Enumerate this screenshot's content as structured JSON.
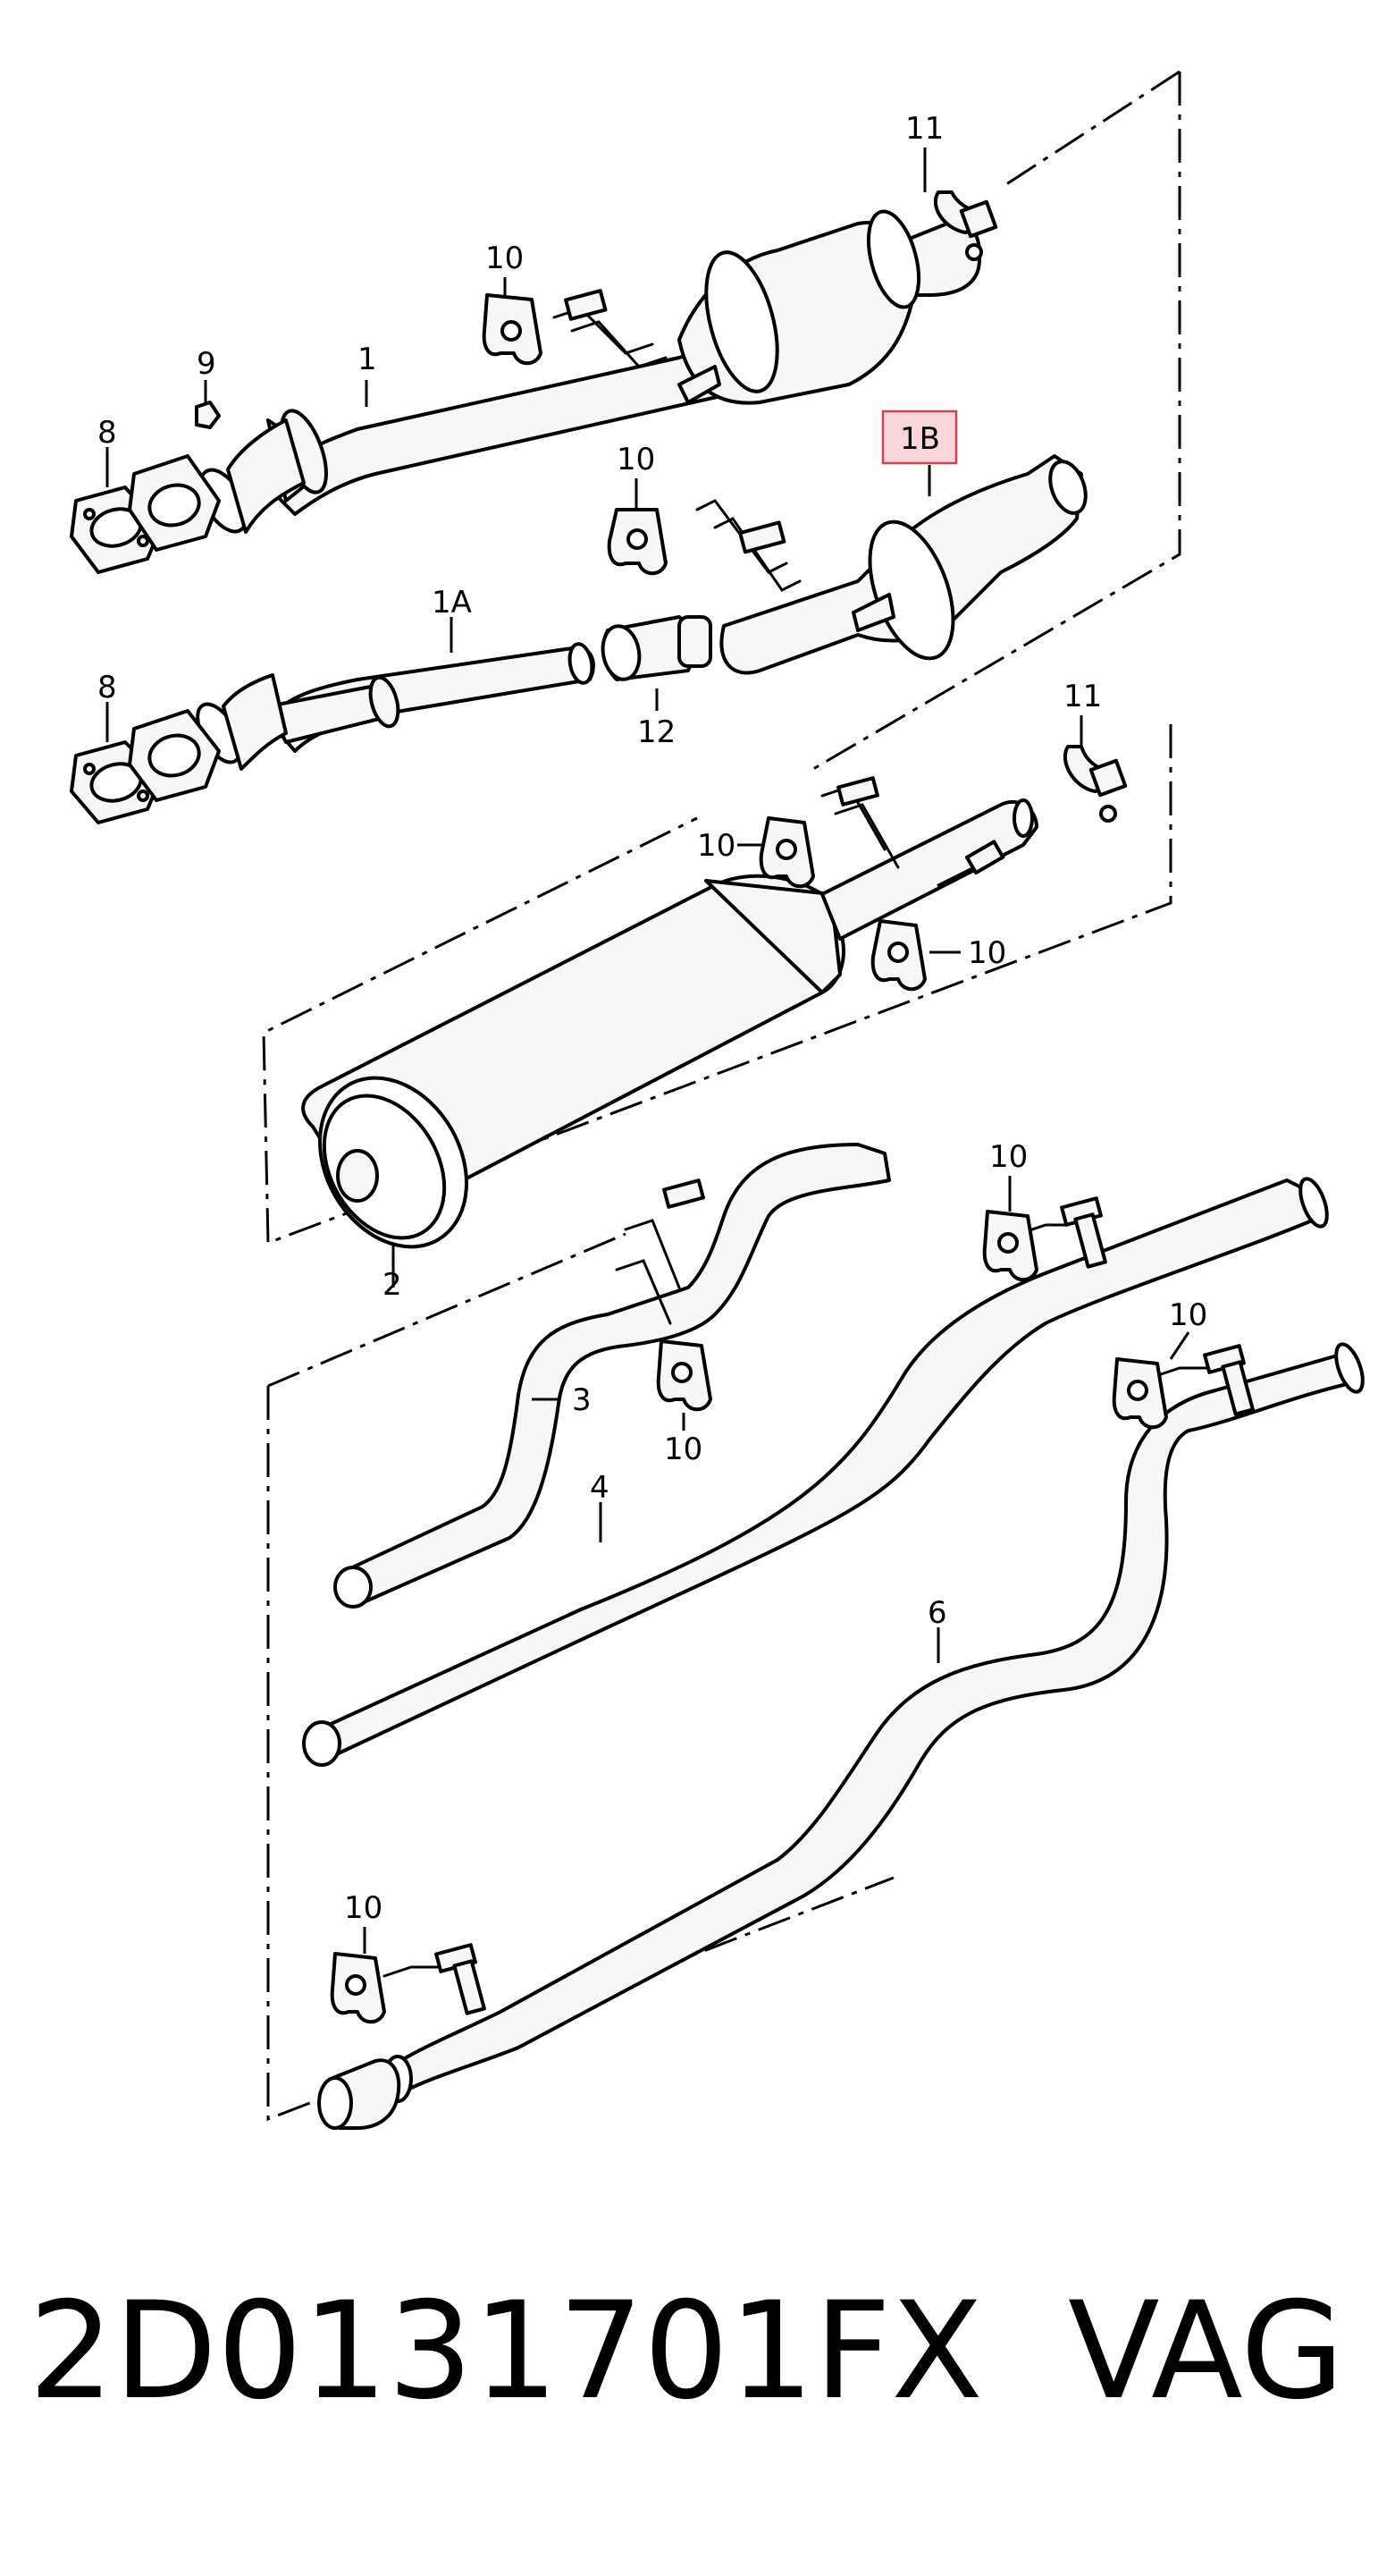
{
  "callouts": {
    "c1": "1",
    "c1A": "1A",
    "c1B": "1B",
    "c2": "2",
    "c3": "3",
    "c4": "4",
    "c6": "6",
    "c8a": "8",
    "c8b": "8",
    "c9": "9",
    "c10a": "10",
    "c10b": "10",
    "c10c": "10",
    "c10d": "10",
    "c10e": "10",
    "c10f": "10",
    "c10g": "10",
    "c10h": "10",
    "c11a": "11",
    "c11b": "11",
    "c12": "12"
  },
  "highlight": {
    "callout": "1B",
    "fill_color": "#f9d6da",
    "border_color": "#d4424f"
  },
  "footer": {
    "part_number": "2D0131701FX",
    "brand": "VAG"
  }
}
